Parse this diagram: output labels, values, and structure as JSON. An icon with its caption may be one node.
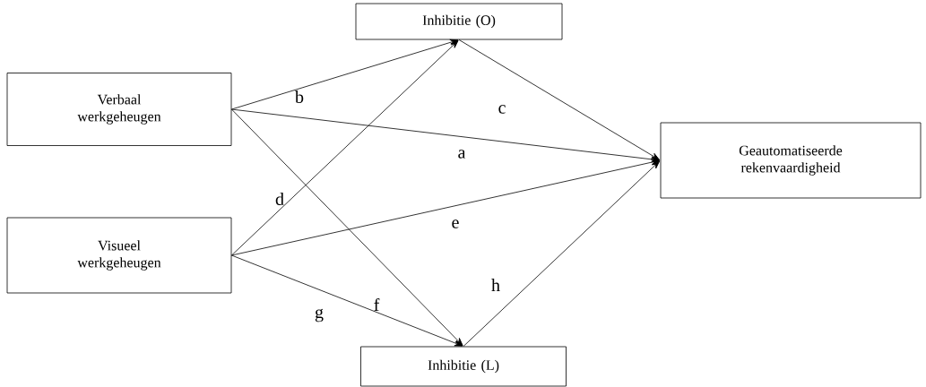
{
  "diagram": {
    "nodes": [
      {
        "text": [
          "Verbaal werkgeheugen"
        ]
      },
      {
        "text": [
          "Visueel werkgeheugen"
        ]
      },
      {
        "text": [
          "Inhibitie (O)"
        ]
      },
      {
        "text": [
          "Inhibitie (L)"
        ]
      },
      {
        "text": [
          "Geautomatiseerde rekenvaardigheid"
        ]
      }
    ],
    "edges": [
      {
        "from": 0,
        "to": 2,
        "arrow": "to",
        "label": "b"
      },
      {
        "from": 0,
        "to": 4,
        "arrow": "to",
        "label": "a"
      },
      {
        "from": 0,
        "to": 3,
        "arrow": "to",
        "label": "f"
      },
      {
        "from": 1,
        "to": 2,
        "arrow": "to",
        "label": "d"
      },
      {
        "from": 1,
        "to": 4,
        "arrow": "to",
        "label": "e"
      },
      {
        "from": 1,
        "to": 3,
        "arrow": "to",
        "label": "g"
      },
      {
        "from": 2,
        "to": 4,
        "arrow": "to",
        "label": "c"
      },
      {
        "from": 3,
        "to": 4,
        "arrow": "to",
        "label": "h"
      }
    ]
  }
}
